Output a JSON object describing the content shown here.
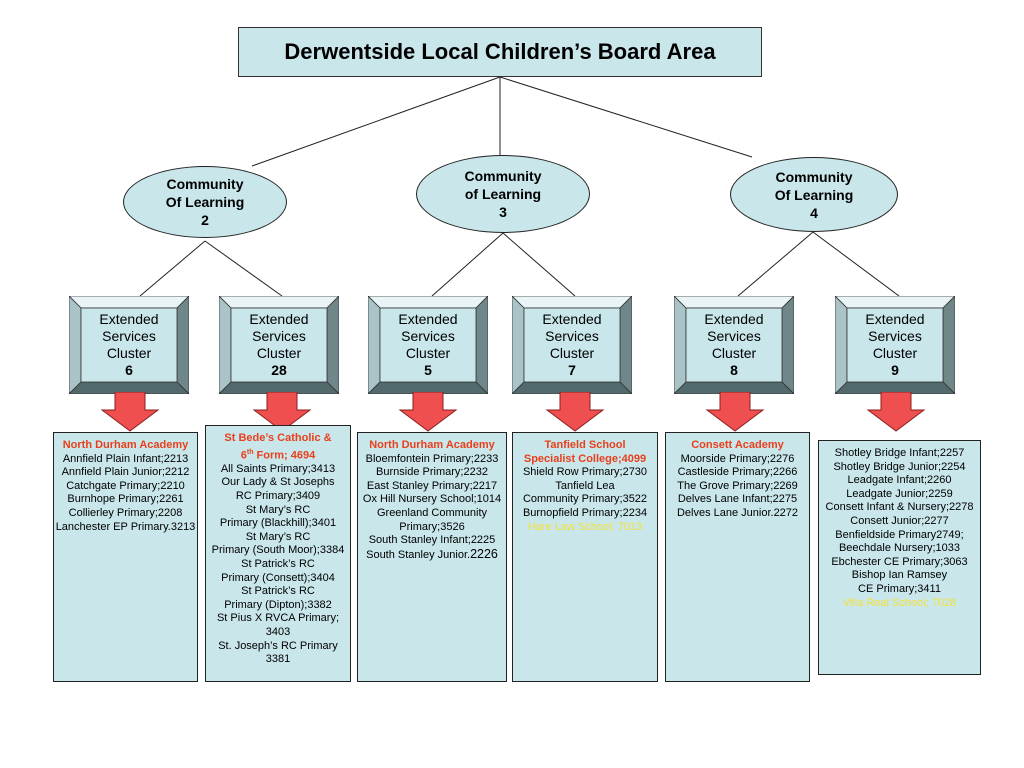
{
  "title": "Derwentside Local Children’s Board Area",
  "communities": [
    {
      "l1": "Community",
      "l2": "Of Learning",
      "num": "2"
    },
    {
      "l1": "Community",
      "l2": "of Learning",
      "num": "3"
    },
    {
      "l1": "Community",
      "l2": "Of Learning",
      "num": "4"
    }
  ],
  "clusters": [
    {
      "l1": "Extended",
      "l2": "Services",
      "l3": "Cluster",
      "num": "6"
    },
    {
      "l1": "Extended",
      "l2": "Services",
      "l3": "Cluster",
      "num": "28"
    },
    {
      "l1": "Extended",
      "l2": "Services",
      "l3": "Cluster",
      "num": "5"
    },
    {
      "l1": "Extended",
      "l2": "Services",
      "l3": "Cluster",
      "num": "7"
    },
    {
      "l1": "Extended",
      "l2": "Services",
      "l3": "Cluster",
      "num": "8"
    },
    {
      "l1": "Extended",
      "l2": "Services",
      "l3": "Cluster",
      "num": "9"
    }
  ],
  "lists": {
    "c6": {
      "heading": "North Durham Academy",
      "lines": [
        "Annfield Plain Infant;2213",
        "Annfield Plain Junior;2212",
        "Catchgate Primary;2210",
        "Burnhope Primary;2261",
        "Collierley Primary;2208",
        "Lanchester EP Primary.3213"
      ]
    },
    "c28": {
      "heading1": "St Bede’s Catholic &",
      "heading2a": "6",
      "heading2sup": "th",
      "heading2b": " Form; 4694",
      "lines": [
        "All Saints Primary;3413",
        "Our Lady & St Josephs",
        "RC Primary;3409",
        "St Mary’s RC",
        "Primary (Blackhill);3401",
        "St Mary’s RC",
        "Primary (South Moor);3384",
        "St Patrick’s RC",
        "Primary (Consett);3404",
        "St Patrick’s RC",
        "Primary (Dipton);3382",
        "St Pius X RVCA Primary;",
        "3403",
        "St. Joseph’s RC Primary",
        "3381"
      ]
    },
    "c5": {
      "heading": "North Durham Academy",
      "lines": [
        "Bloemfontein Primary;2233",
        "Burnside Primary;2232",
        "East Stanley Primary;2217",
        "Ox Hill Nursery School;1014",
        "Greenland Community",
        "Primary;3526",
        "South Stanley Infant;2225"
      ],
      "last_a": "South Stanley Junior.",
      "last_b": "2226"
    },
    "c7": {
      "heading1": "Tanfield School",
      "heading2": "Specialist College;4099",
      "lines": [
        "Shield Row Primary;2730",
        "Tanfield Lea",
        "Community Primary;3522",
        "Burnopfield Primary;2234"
      ],
      "highlight": "Hare Law School; 7013"
    },
    "c8": {
      "heading": "Consett Academy",
      "lines": [
        "Moorside Primary;2276",
        "Castleside Primary;2266",
        "The Grove Primary;2269",
        "Delves Lane Infant;2275",
        "Delves Lane Junior.2272"
      ]
    },
    "c9": {
      "lines": [
        "Shotley Bridge Infant;2257",
        "Shotley Bridge Junior;2254",
        "Leadgate Infant;2260",
        "Leadgate Junior;2259",
        "Consett Infant & Nursery;2278",
        "Consett Junior;2277",
        "Benfieldside Primary2749;",
        "Beechdale Nursery;1033",
        "Ebchester CE Primary;3063",
        "Bishop Ian Ramsey",
        "CE Primary;3411"
      ],
      "highlight": "Villa Real School; 7028"
    }
  },
  "colors": {
    "box_fill": "#c9e6ea",
    "heading_red": "#e8401c",
    "highlight_yellow": "#f2e23a",
    "arrow_red": "#f04f4f",
    "bevel_dark": "#6f8789",
    "bevel_light": "#e8f4f5"
  }
}
